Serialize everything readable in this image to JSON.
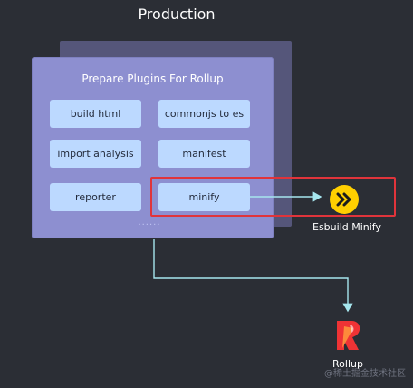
{
  "title": "Production",
  "panel": {
    "title": "Prepare Plugins For Rollup",
    "plugins": [
      {
        "label": "build html"
      },
      {
        "label": "commonjs to es"
      },
      {
        "label": "import analysis"
      },
      {
        "label": "manifest"
      },
      {
        "label": "reporter"
      },
      {
        "label": "minify"
      }
    ],
    "ellipsis": "......"
  },
  "esbuild": {
    "label": "Esbuild Minify",
    "icon": "double-chevron-right-icon",
    "color": "#ffcf00"
  },
  "rollup": {
    "label": "Rollup",
    "icon": "rollup-logo-icon",
    "color": "#ef3335"
  },
  "watermark": "@稀土掘金技术社区",
  "colors": {
    "background": "#2b2e35",
    "panel": "#8d8fd0",
    "plugin": "#bcd9ff",
    "highlight": "#e0343b",
    "arrow": "#a6e6ee"
  }
}
